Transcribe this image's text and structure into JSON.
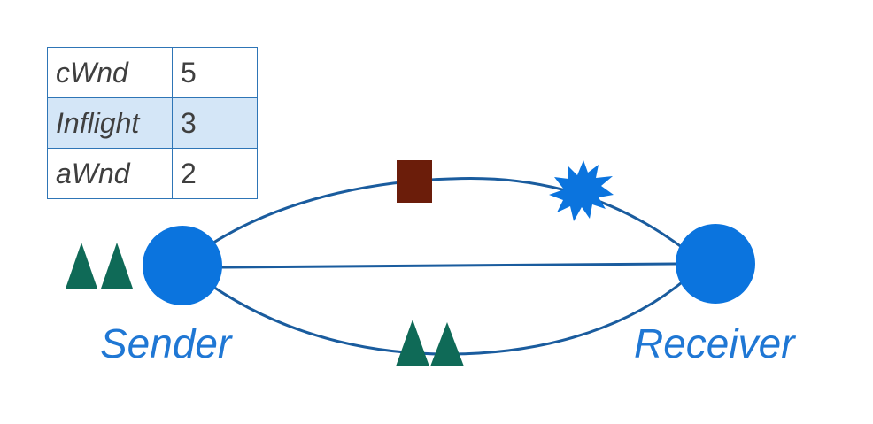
{
  "window_table": {
    "rows": [
      {
        "label": "cWnd",
        "value": "5"
      },
      {
        "label": "Inflight",
        "value": "3"
      },
      {
        "label": "aWnd",
        "value": "2"
      }
    ],
    "highlighted_row": "Inflight"
  },
  "nodes": {
    "sender": {
      "label": "Sender"
    },
    "receiver": {
      "label": "Receiver"
    }
  },
  "colors": {
    "node_fill": "#0b74de",
    "link": "#1a5c9e",
    "packet": "#6b1d0a",
    "ack": "#0f6a57",
    "loss": "#0b74de",
    "label": "#1f77d4",
    "table_border": "#2e75b6",
    "table_highlight": "#d4e6f7"
  },
  "icons": {
    "data_packet": "square",
    "ack": "triangle",
    "loss": "burst-star"
  }
}
